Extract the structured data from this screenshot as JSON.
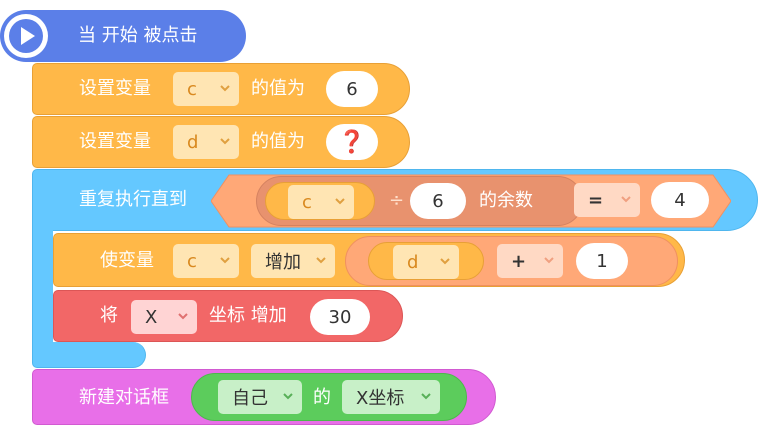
{
  "event": {
    "label": "当 开始 被点击"
  },
  "set_c": {
    "label": "设置变量",
    "var": "c",
    "mid": "的值为",
    "value": "6"
  },
  "set_d": {
    "label": "设置变量",
    "var": "d",
    "mid": "的值为",
    "value": "❓"
  },
  "repeat": {
    "label": "重复执行直到",
    "mod_var": "c",
    "div_sign": "÷",
    "divisor": "6",
    "mod_label": "的余数",
    "op": "=",
    "target": "4"
  },
  "change_c": {
    "label": "使变量",
    "var": "c",
    "action": "增加",
    "operand_var": "d",
    "op": "+",
    "operand_value": "1"
  },
  "move_x": {
    "label": "将",
    "axis": "X",
    "mid": "坐标 增加",
    "value": "30"
  },
  "dialog": {
    "label": "新建对话框",
    "target": "自己",
    "of": "的",
    "property": "X坐标"
  },
  "colors": {
    "event": "#5b7fe8",
    "variables": "#ffb848",
    "control": "#64c8ff",
    "operators": "#ffa877",
    "motion": "#f26767",
    "looks": "#e86fe8",
    "sensing": "#5ccc5c"
  }
}
